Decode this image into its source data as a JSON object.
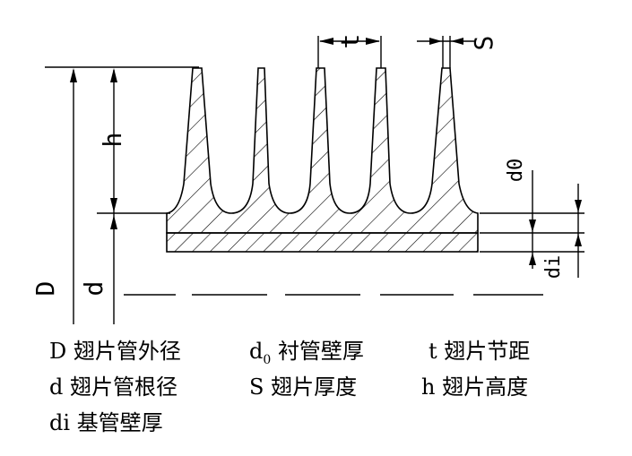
{
  "diagram": {
    "labels": {
      "t": "t",
      "S": "S",
      "h": "h",
      "d0": "d0",
      "di": "di",
      "D": "D",
      "d": "d"
    },
    "legend": [
      {
        "sym": "D",
        "sub": "",
        "desc": "翅片管外径"
      },
      {
        "sym": "d",
        "sub": "0",
        "desc": "衬管壁厚"
      },
      {
        "sym": "t",
        "sub": "",
        "desc": "翅片节距"
      },
      {
        "sym": "d",
        "sub": "",
        "desc": "翅片管根径"
      },
      {
        "sym": "S",
        "sub": "",
        "desc": "翅片厚度"
      },
      {
        "sym": "h",
        "sub": "",
        "desc": "翅片高度"
      },
      {
        "sym": "di",
        "sub": "",
        "desc": "基管壁厚"
      }
    ],
    "colors": {
      "line": "#000000",
      "background": "#ffffff"
    }
  }
}
